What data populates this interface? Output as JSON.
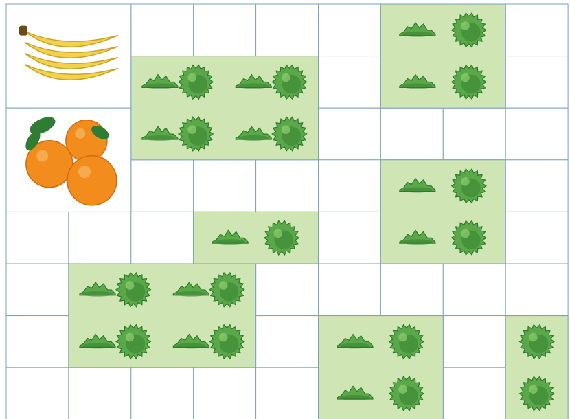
{
  "puzzle": {
    "grid": {
      "rows": 8,
      "cols": 9
    },
    "colors": {
      "grid_line": "#7aa3bf",
      "region_fill": "#cfe5b3",
      "cell_fill": "#ffffff",
      "bush_light": "#5aa84a",
      "bush_dark": "#2f7a2c",
      "banana": "#f3d24a",
      "orange": "#f28c1c",
      "leaf": "#2e7d32"
    },
    "fruits": [
      {
        "type": "bananas",
        "icon": "bananas-icon",
        "row": 0,
        "col": 0,
        "row_span": 2,
        "col_span": 2
      },
      {
        "type": "oranges",
        "icon": "oranges-icon",
        "row": 2,
        "col": 0,
        "row_span": 2,
        "col_span": 2
      }
    ],
    "bush_groups": [
      {
        "row": 1,
        "col": 2,
        "row_span": 2,
        "col_span": 3,
        "bush_rows": 2,
        "bush_cols": 4
      },
      {
        "row": 0,
        "col": 6,
        "row_span": 2,
        "col_span": 2,
        "bush_rows": 2,
        "bush_cols": 2
      },
      {
        "row": 3,
        "col": 6,
        "row_span": 2,
        "col_span": 2,
        "bush_rows": 2,
        "bush_cols": 2
      },
      {
        "row": 4,
        "col": 3,
        "row_span": 1,
        "col_span": 2,
        "bush_rows": 1,
        "bush_cols": 2
      },
      {
        "row": 5,
        "col": 1,
        "row_span": 2,
        "col_span": 3,
        "bush_rows": 2,
        "bush_cols": 4
      },
      {
        "row": 6,
        "col": 5,
        "row_span": 2,
        "col_span": 2,
        "bush_rows": 2,
        "bush_cols": 2
      },
      {
        "row": 6,
        "col": 8,
        "row_span": 2,
        "col_span": 1,
        "bush_rows": 2,
        "bush_cols": 1
      }
    ]
  }
}
